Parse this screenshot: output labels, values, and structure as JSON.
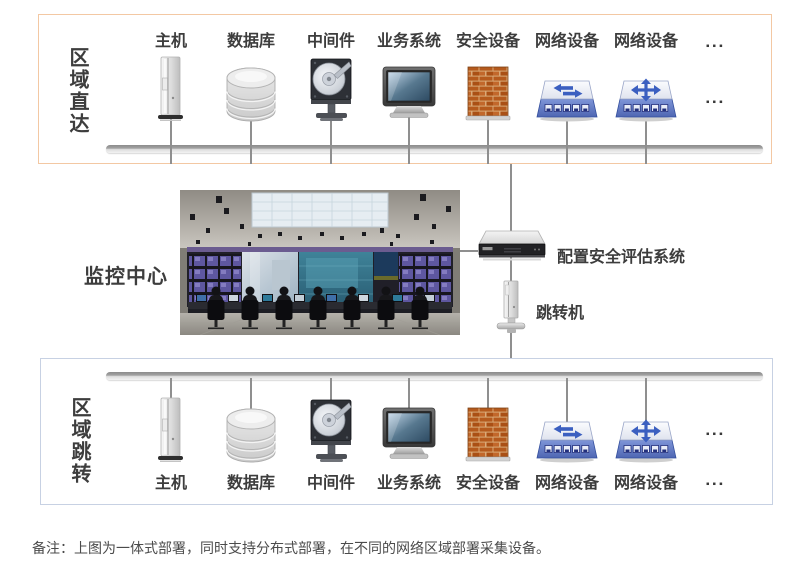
{
  "zone_direct": {
    "label": "区域直达",
    "devices": [
      "主机",
      "数据库",
      "中间件",
      "业务系统",
      "安全设备",
      "网络设备",
      "网络设备"
    ],
    "more": "▪▪▪"
  },
  "zone_monitor": {
    "label": "监控中心",
    "assessment_system_label": "配置安全评估系统",
    "jump_machine_label": "跳转机"
  },
  "zone_jump": {
    "label": "区域跳转",
    "devices": [
      "主机",
      "数据库",
      "中间件",
      "业务系统",
      "安全设备",
      "网络设备",
      "网络设备"
    ],
    "more": "▪▪▪"
  },
  "note": "备注：上图为一体式部署，同时支持分布式部署，在不同的网络区域部署采集设备。",
  "icons": {
    "host": "tower-server-icon",
    "database": "database-icon",
    "middleware": "hard-disk-icon",
    "business": "crt-monitor-icon",
    "security": "firewall-icon",
    "network_switch": "network-switch-icon",
    "network_router": "network-router-icon",
    "assessment": "rack-server-icon",
    "jump": "jump-host-icon",
    "photo": "monitoring-room-photo"
  },
  "colors": {
    "zone_direct_border": "#f3c8a3",
    "zone_jump_border": "#c7d1e3",
    "bus_bar": "#9a9a9a",
    "connector_line": "#8f8f8f",
    "label_text": "#3d3d3d",
    "network_device_blue": "#5b76c4",
    "firewall_brick": "#b55a1d"
  }
}
